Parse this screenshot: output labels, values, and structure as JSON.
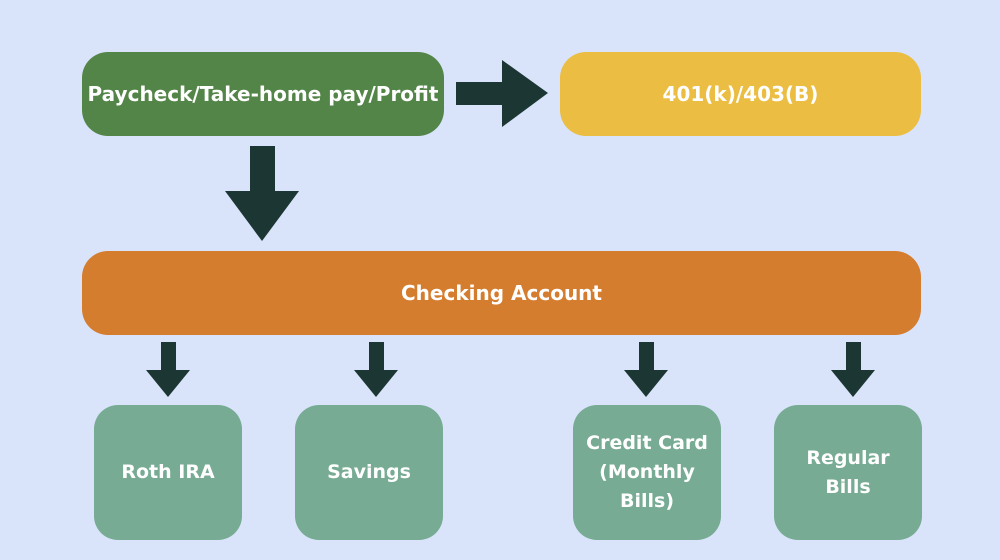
{
  "diagram": {
    "top_left": "Paycheck/Take-home pay/Profit",
    "top_right": "401(k)/403(B)",
    "middle": "Checking Account",
    "leaves": {
      "roth": "Roth IRA",
      "savings": "Savings",
      "credit": "Credit Card\n(Monthly\nBills)",
      "bills": "Regular\nBills"
    }
  },
  "colors": {
    "background": "#d9e4fb",
    "paycheck": "#548548",
    "retirement": "#ebbd42",
    "checking": "#d57d2e",
    "leaf": "#77ab93",
    "arrow": "#1c3733"
  }
}
